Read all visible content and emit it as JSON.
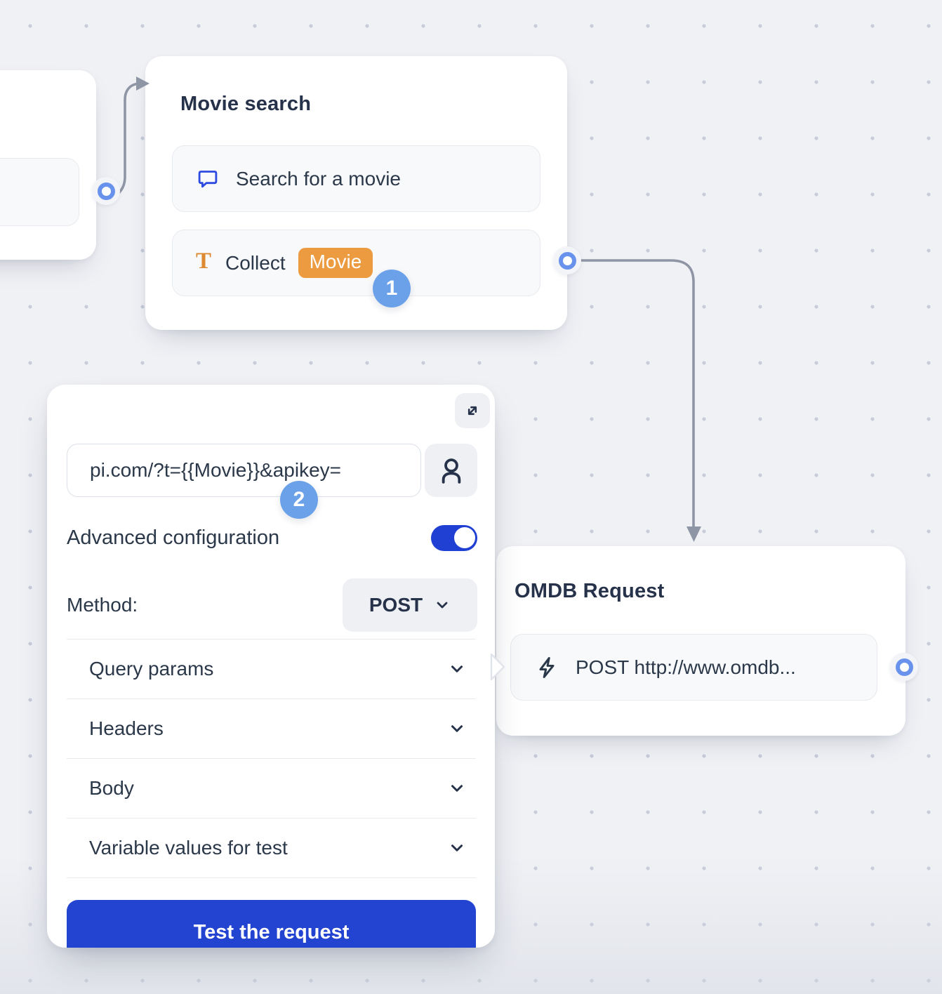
{
  "canvas": {
    "colors": {
      "background": "#f0f1f5",
      "grid_dot": "#c7cdd9",
      "card": "#ffffff",
      "primary_blue": "#2343d1",
      "toggle_blue": "#2040d3",
      "bubble_icon_blue": "#2f4ae0",
      "port_ring_blue": "#6992ec",
      "annotation_badge_blue": "#6ba1e9",
      "variable_orange": "#ec9b40",
      "text_icon_orange": "#dd8a33",
      "text_dark": "#26314a",
      "connector_gray": "#8e95a4"
    }
  },
  "nodes": {
    "movie_search": {
      "title": "Movie search",
      "items": [
        {
          "icon": "message-icon",
          "label": "Search for a movie"
        },
        {
          "icon": "text-icon",
          "label": "Collect",
          "variable": "Movie"
        }
      ],
      "annotation_badge": "1"
    },
    "omdb_request": {
      "title": "OMDB Request",
      "items": [
        {
          "icon": "lightning-icon",
          "label": "POST http://www.omdb..."
        }
      ]
    }
  },
  "config_panel": {
    "url_field": {
      "value": "pi.com/?t={{Movie}}&apikey="
    },
    "annotation_badge": "2",
    "advanced_configuration": {
      "label": "Advanced configuration",
      "enabled": true
    },
    "method": {
      "label": "Method:",
      "value": "POST"
    },
    "sections": [
      {
        "label": "Query params"
      },
      {
        "label": "Headers"
      },
      {
        "label": "Body"
      },
      {
        "label": "Variable values for test"
      }
    ],
    "test_button": "Test the request"
  }
}
